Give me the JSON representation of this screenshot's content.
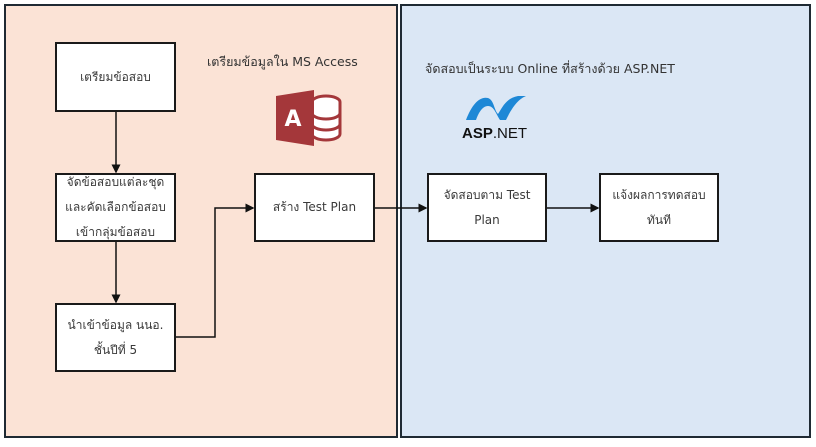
{
  "panels": {
    "left": {
      "title": "เตรียมข้อมูลใน MS Access",
      "logo": "ms-access-icon",
      "color": "#fbe3d6"
    },
    "right": {
      "title": "จัดสอบเป็นระบบ Online ที่สร้างด้วย ASP.NET",
      "logo": "aspnet-icon",
      "logo_text_bold": "ASP",
      "logo_text": ".NET",
      "color": "#dbe7f5"
    }
  },
  "steps": [
    {
      "id": "prepare",
      "label": "เตรียมข้อสอบ"
    },
    {
      "id": "organize",
      "label": "จัดข้อสอบแต่ละชุด\nและคัดเลือกข้อสอบ\nเข้ากลุ่มข้อสอบ"
    },
    {
      "id": "import",
      "label": "นำเข้าข้อมูล นนอ.\nชั้นปีที่ 5"
    },
    {
      "id": "create-plan",
      "label": "สร้าง Test Plan"
    },
    {
      "id": "exam",
      "label": "จัดสอบตาม Test\nPlan"
    },
    {
      "id": "notify",
      "label": "แจ้งผลการทดสอบ\nทันที"
    }
  ],
  "edges": [
    {
      "from": "prepare",
      "to": "organize"
    },
    {
      "from": "organize",
      "to": "import"
    },
    {
      "from": "import",
      "to": "create-plan"
    },
    {
      "from": "create-plan",
      "to": "exam"
    },
    {
      "from": "exam",
      "to": "notify"
    }
  ],
  "colors": {
    "access_red": "#a4373a",
    "aspnet_blue": "#1e88d6"
  }
}
